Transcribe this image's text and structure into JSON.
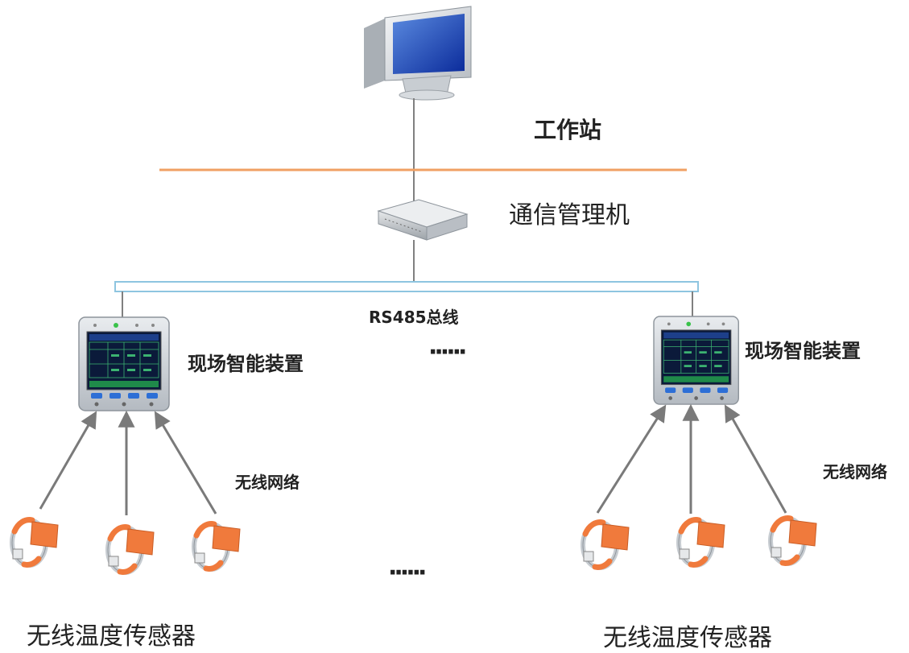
{
  "labels": {
    "workstation": "工作站",
    "comm_manager": "通信管理机",
    "bus": "RS485总线",
    "device_left": "现场智能装置",
    "device_right": "现场智能装置",
    "wireless_left": "无线网络",
    "wireless_right": "无线网络",
    "sensors_left": "无线温度传感器",
    "sensors_right": "无线温度传感器",
    "ellipsis_middle": "······",
    "ellipsis_bottom": "······"
  },
  "colors": {
    "orange_line": "#f0a063",
    "bus_border": "#8ec5e0",
    "arrow": "#7a7a7a",
    "sensor_orange": "#f07a3c",
    "screen_green": "#1f8a4a"
  },
  "icons": {
    "workstation": "desktop-computer-icon",
    "comm_manager": "network-router-icon",
    "device": "smart-device-icon",
    "sensor": "clamp-temperature-sensor-icon"
  }
}
